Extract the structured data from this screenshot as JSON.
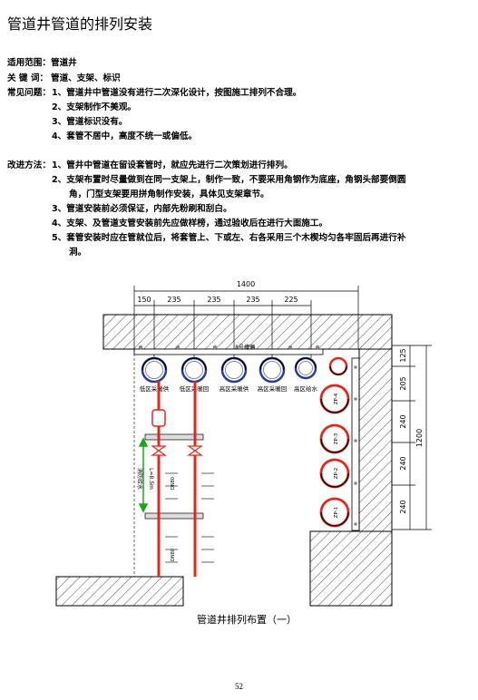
{
  "title": "管道井管道的排列安装",
  "scope": {
    "label": "适用范围：",
    "value": "管道井"
  },
  "keywords": {
    "label": "关 键 词：",
    "value": "管道、支架、标识"
  },
  "problems": {
    "label": "常见问题：",
    "items": [
      "1、管道井中管道没有进行二次深化设计，按图施工排列不合理。",
      "2、支架制作不美观。",
      "3、管道标识没有。",
      "4、套管不居中，高度不统一或偏低。"
    ]
  },
  "improve": {
    "label": "改进方法：",
    "items": [
      "1、管井中管道在留设套管时，就应先进行二次策划进行排列。",
      "2、支架布置时尽量做到在同一支架上，制作一致，不要采用角钢作为底座，角钢头部要倒圆",
      "角，门型支架要用拼角制作安装，具体见支架章节。",
      "3、管道安装前必须保证，内部先粉刷和刮白。",
      "4、支架、及管道支管安装前先应做样榜，通过验收后在进行大面施工。",
      "5、套管安装时应在管就位后，将套管上、下或左、右各采用三个木楔均匀各牢固后再进行补",
      "洞。"
    ]
  },
  "figure": {
    "caption": "管道井排列布置（一）",
    "dim_top_total": "1400",
    "dim_top": [
      "150",
      "235",
      "235",
      "235",
      "225"
    ],
    "dim_right": [
      "125",
      "205",
      "240",
      "240",
      "240"
    ],
    "dim_right_total": "1200",
    "channel_label": "8号槽钢",
    "pipe_labels": [
      "低区采暖供",
      "低区采暖回",
      "高区采暖供",
      "高区采暖回",
      "高区给水"
    ],
    "riser_labels": [
      "ZP-4",
      "ZP-3",
      "ZP-2",
      "ZP-1"
    ],
    "side_labels": [
      "消防给水",
      "L=8.5m"
    ],
    "branch_label": "DN80"
  },
  "colors": {
    "red": "#e0281e",
    "green": "#18a81a",
    "blue": "#2a3d9a",
    "pipe_gray": "#8a8a8a"
  },
  "page_number": "52"
}
